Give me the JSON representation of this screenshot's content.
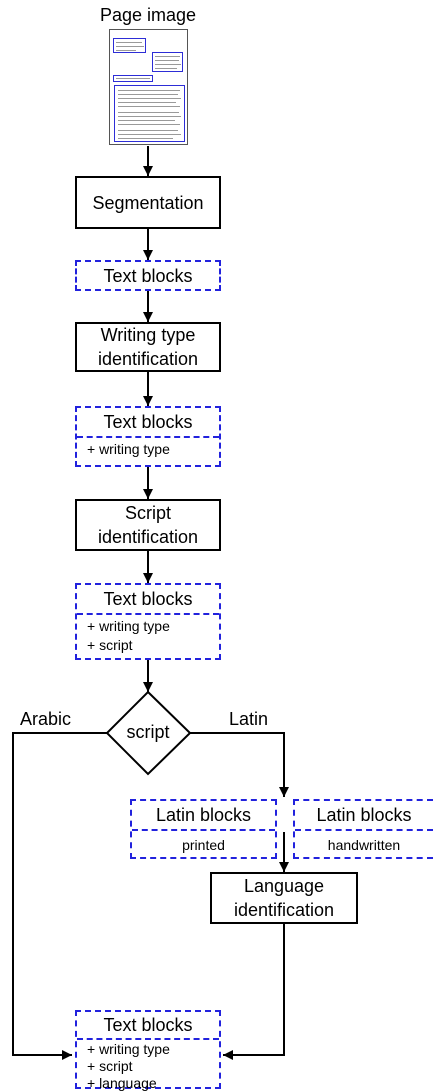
{
  "page_image_label": "Page image",
  "segmentation": "Segmentation",
  "text_blocks_1": {
    "title": "Text blocks"
  },
  "writing_type_identification": [
    "Writing type",
    "identification"
  ],
  "text_blocks_2": {
    "title": "Text blocks",
    "lines": [
      "+ writing type"
    ]
  },
  "script_identification": [
    "Script",
    "identification"
  ],
  "text_blocks_3": {
    "title": "Text blocks",
    "lines": [
      "+ writing type",
      "+ script"
    ]
  },
  "decision": {
    "label": "script",
    "left_branch": "Arabic",
    "right_branch": "Latin"
  },
  "latin_printed": {
    "title": "Latin blocks",
    "sub": "printed"
  },
  "latin_handwritten": {
    "title": "Latin blocks",
    "sub": "handwritten"
  },
  "language_identification": [
    "Language",
    "identification"
  ],
  "text_blocks_final": {
    "title": "Text blocks",
    "lines": [
      "+ writing type",
      "+ script",
      "+ language"
    ]
  }
}
